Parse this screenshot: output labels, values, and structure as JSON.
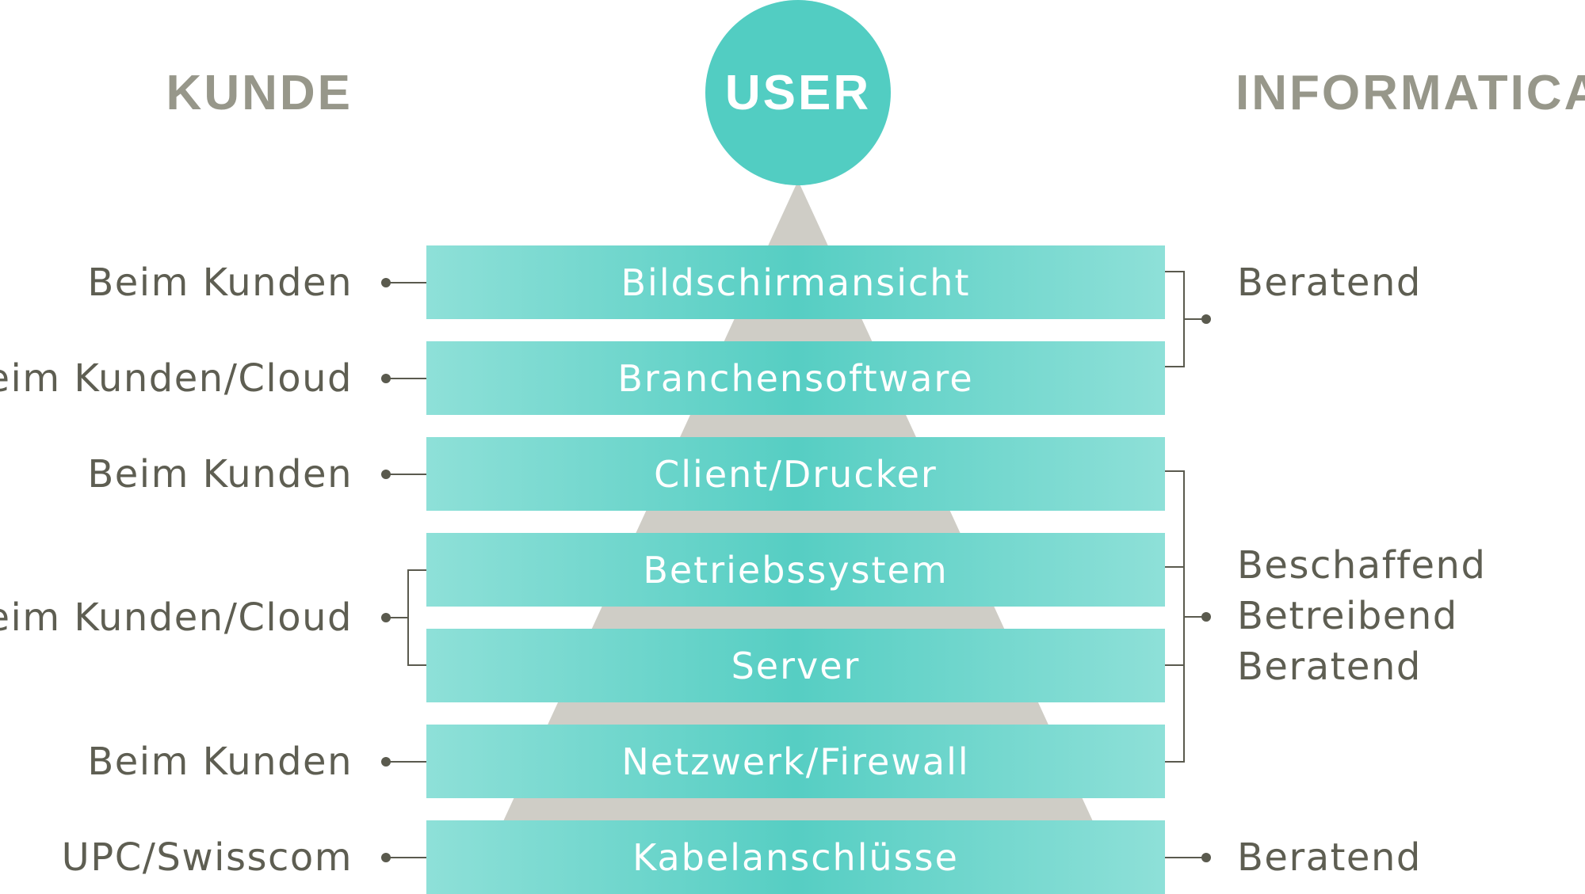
{
  "headings": {
    "left": "KUNDE",
    "center": "USER",
    "right": "INFORMATICA"
  },
  "layers": [
    "Bildschirmansicht",
    "Branchensoftware",
    "Client/Drucker",
    "Betriebssystem",
    "Server",
    "Netzwerk/Firewall",
    "Kabelanschlüsse"
  ],
  "kunde_labels": [
    "Beim Kunden",
    "Beim Kunden/Cloud",
    "Beim Kunden",
    "Beim Kunden/Cloud",
    "Beim Kunden",
    "UPC/Swisscom"
  ],
  "informatica_labels": [
    "Beratend",
    "Beschaffend",
    "Betreibend",
    "Beratend",
    "Beratend"
  ],
  "colors": {
    "teal": "#52cdc2",
    "teal_light": "#8ee0d8",
    "pyramid_gray": "#cfcdc6",
    "heading_gray": "#97978a",
    "label_gray": "#5e5e52",
    "connector": "#5a5a4e"
  }
}
